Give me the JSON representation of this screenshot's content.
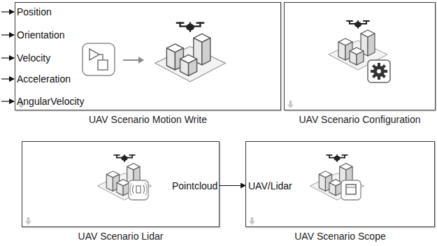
{
  "diagram": {
    "nodes": [
      {
        "text": [
          "UAV Scenario Motion Write"
        ]
      },
      {
        "text": [
          "UAV Scenario Configuration"
        ]
      },
      {
        "text": [
          "UAV Scenario Lidar"
        ]
      },
      {
        "text": [
          "UAV Scenario Scope"
        ]
      }
    ],
    "edges": [
      {
        "from": 2,
        "to": 3,
        "arrow": "to"
      }
    ],
    "labels": [
      "Position",
      "Orientation",
      "Velocity",
      "Acceleration",
      "AngularVelocity",
      "Pointcloud",
      "UAV/Lidar"
    ]
  }
}
